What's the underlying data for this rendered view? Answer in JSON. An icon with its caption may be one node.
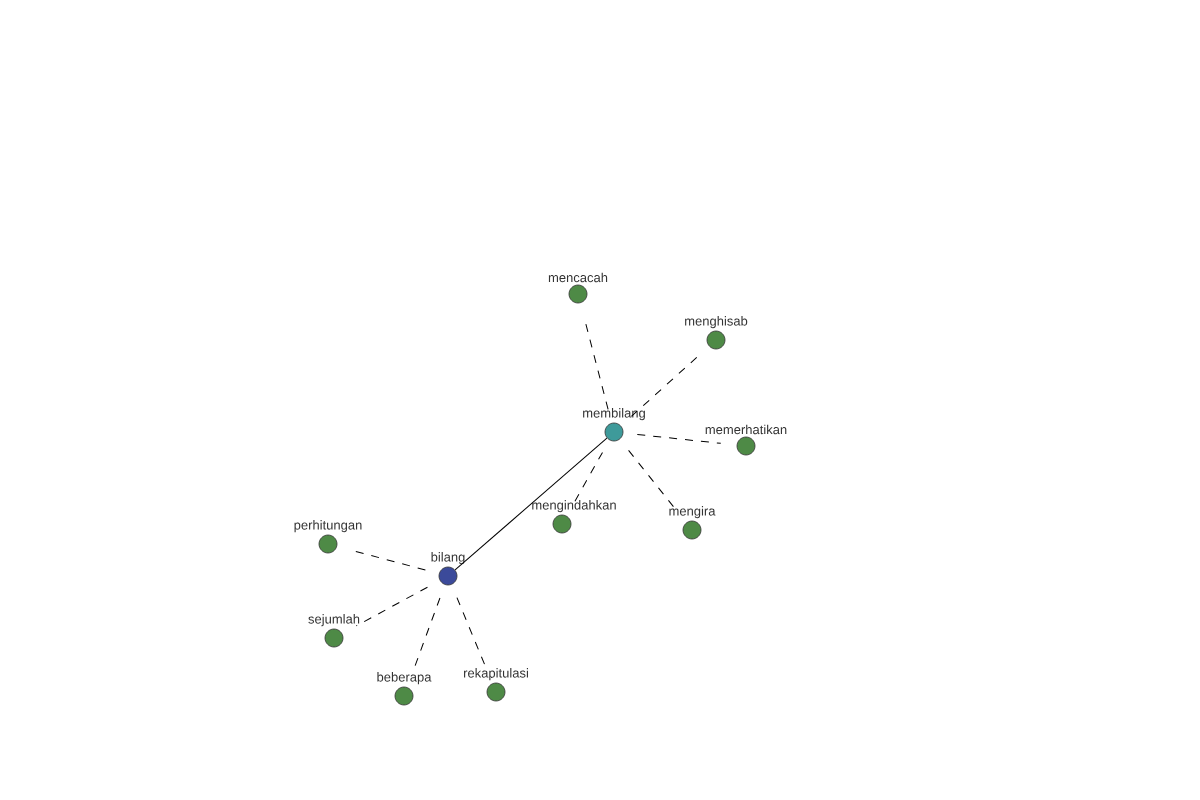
{
  "diagram": {
    "nodes": [
      {
        "text": [
          "mencacah"
        ]
      },
      {
        "text": [
          "menghisab"
        ]
      },
      {
        "text": [
          "membilang"
        ]
      },
      {
        "text": [
          "memerhatikan"
        ]
      },
      {
        "text": [
          "mengindahkan"
        ]
      },
      {
        "text": [
          "mengira"
        ]
      },
      {
        "text": [
          "perhitungan"
        ]
      },
      {
        "text": [
          "bilang"
        ]
      },
      {
        "text": [
          "sejumlah"
        ]
      },
      {
        "text": [
          "rekapitulasi"
        ]
      },
      {
        "text": [
          "beberapa"
        ]
      }
    ],
    "edges": [
      {
        "from": 7,
        "to": 2,
        "arrow": "none"
      },
      {
        "from": 2,
        "to": 0,
        "arrow": "none",
        "style": "dashed"
      },
      {
        "from": 2,
        "to": 1,
        "arrow": "none",
        "style": "dashed"
      },
      {
        "from": 2,
        "to": 3,
        "arrow": "none",
        "style": "dashed"
      },
      {
        "from": 2,
        "to": 4,
        "arrow": "none",
        "style": "dashed"
      },
      {
        "from": 2,
        "to": 5,
        "arrow": "none",
        "style": "dashed"
      },
      {
        "from": 7,
        "to": 6,
        "arrow": "none",
        "style": "dashed"
      },
      {
        "from": 7,
        "to": 8,
        "arrow": "none",
        "style": "dashed"
      },
      {
        "from": 7,
        "to": 9,
        "arrow": "none",
        "style": "dashed"
      },
      {
        "from": 7,
        "to": 10,
        "arrow": "none",
        "style": "dashed"
      }
    ]
  }
}
